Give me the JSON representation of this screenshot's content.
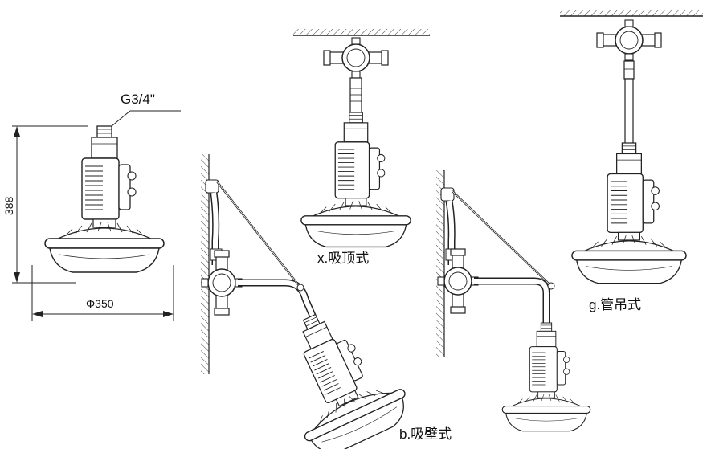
{
  "labels": {
    "thread": "G3/4\"",
    "height": "388",
    "diameter": "Φ350",
    "ceiling_mount": "x.吸顶式",
    "wall_mount": "b.吸壁式",
    "pipe_pendant": "g.管吊式"
  },
  "colors": {
    "line": "#222222",
    "fill": "#ffffff",
    "shade": "#d9d9d9",
    "hatch": "#444444"
  }
}
